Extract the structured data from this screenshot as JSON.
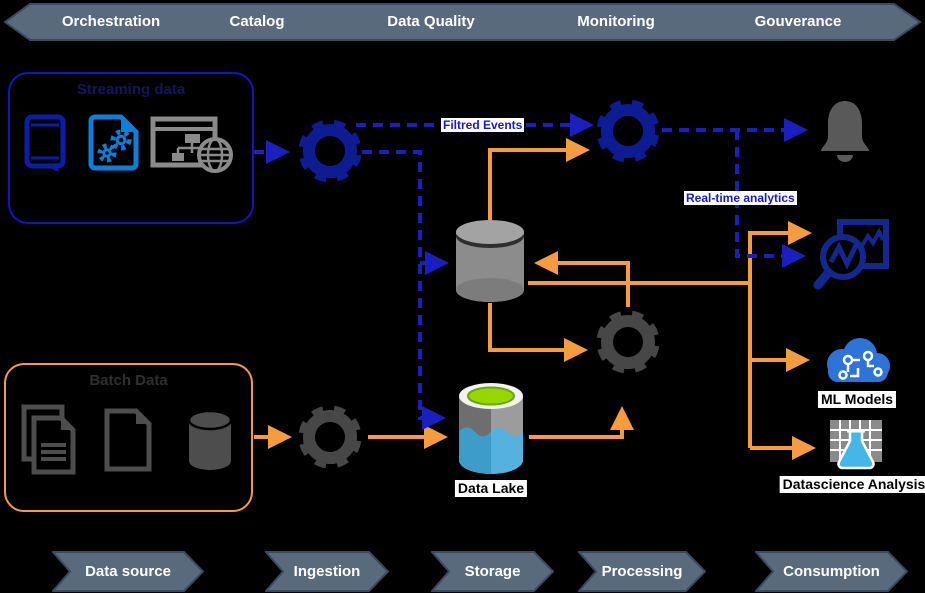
{
  "top_ribbon": {
    "items": [
      {
        "label": "Orchestration"
      },
      {
        "label": "Catalog"
      },
      {
        "label": "Data Quality"
      },
      {
        "label": "Monitoring"
      },
      {
        "label": "Gouverance"
      }
    ]
  },
  "bottom_flow": {
    "items": [
      {
        "label": "Data source"
      },
      {
        "label": "Ingestion"
      },
      {
        "label": "Storage"
      },
      {
        "label": "Processing"
      },
      {
        "label": "Consumption"
      }
    ]
  },
  "groups": {
    "streaming": {
      "title": "Streaming data",
      "icons": [
        "mobile-icon",
        "gear-document-icon",
        "website-sitemap-icon"
      ]
    },
    "batch": {
      "title": "Batch Data",
      "icons": [
        "documents-copy-icon",
        "document-icon",
        "database-icon"
      ]
    }
  },
  "edge_labels": {
    "filtered_events": "Filtred Events",
    "realtime_analytics": "Real-time analytics"
  },
  "node_labels": {
    "data_lake": "Data Lake",
    "ml_models": "ML Models",
    "datascience_analysis": "Datascience Analysis"
  },
  "colors": {
    "background": "#000000",
    "ribbon_fill": "#5A6A7D",
    "ribbon_border": "#3A4A5E",
    "orange_flow": "#F59B40",
    "blue_dashed_flow": "#1A1FBF",
    "gear_blue": "#0D1C92",
    "gear_gray": "#474747",
    "bell_gray": "#595959",
    "analytics_blue": "#12288F",
    "ml_cloud_blue": "#2E74D8",
    "flask_blue": "#45B6E8",
    "lake_green": "#97D700",
    "streaming_border": "#1515C0",
    "batch_border": "#F59B40"
  }
}
